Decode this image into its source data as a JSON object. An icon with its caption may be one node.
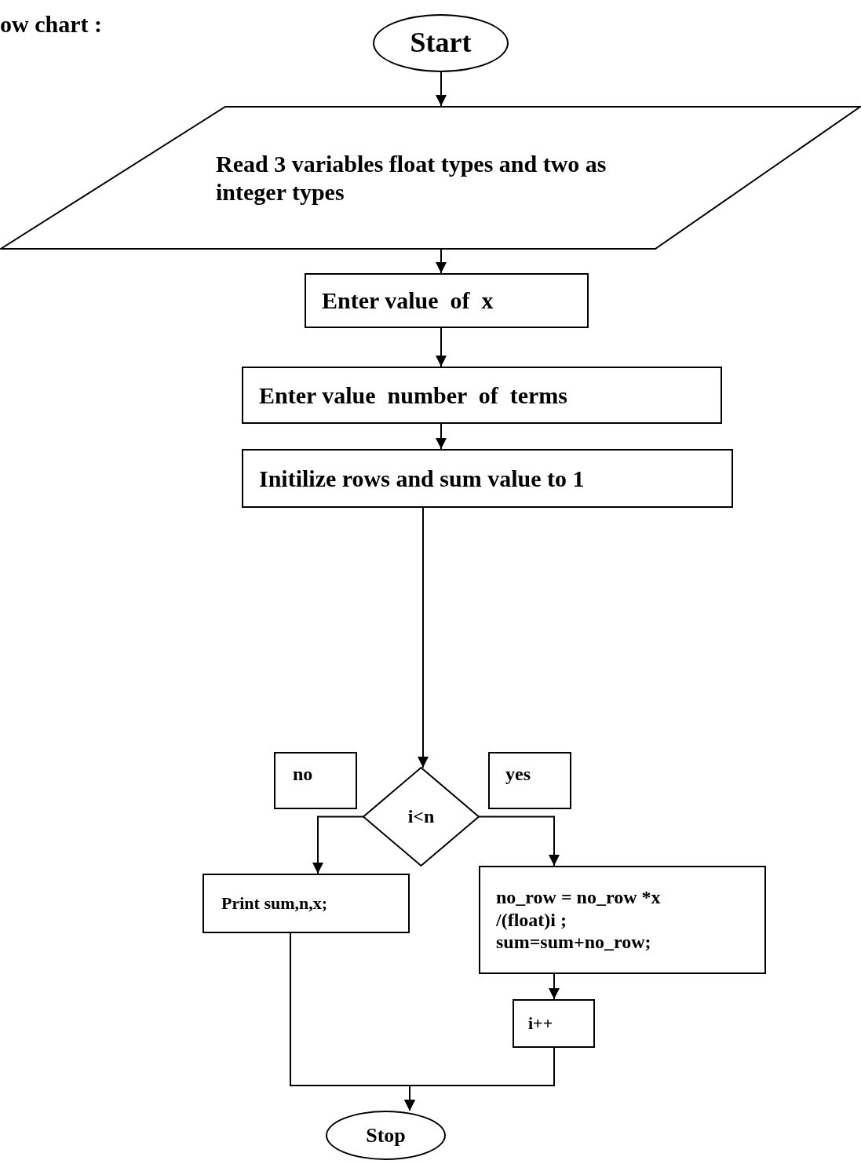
{
  "diagram": {
    "title": "ow chart :",
    "nodes": [
      {
        "text": [
          "Start"
        ]
      },
      {
        "text": [
          "Read 3 variables float types and two as integer types"
        ]
      },
      {
        "text": [
          "Enter value  of  x"
        ]
      },
      {
        "text": [
          "Enter value  number  of  terms"
        ]
      },
      {
        "text": [
          "Initilize rows and sum value to 1"
        ]
      },
      {
        "text": [
          "no"
        ]
      },
      {
        "text": [
          "i<n"
        ]
      },
      {
        "text": [
          "yes"
        ]
      },
      {
        "text": [
          "Print sum,n,x;"
        ]
      },
      {
        "text": [
          "no_row = no_row *x /(float)i ; sum=sum+no_row;"
        ]
      },
      {
        "text": [
          "i++"
        ]
      },
      {
        "text": [
          "Stop"
        ]
      }
    ],
    "edges": [
      {
        "from": 0,
        "to": 1,
        "arrow": "to"
      },
      {
        "from": 1,
        "to": 2,
        "arrow": "to"
      },
      {
        "from": 2,
        "to": 3,
        "arrow": "to"
      },
      {
        "from": 3,
        "to": 4,
        "arrow": "to"
      },
      {
        "from": 4,
        "to": 6,
        "arrow": "to"
      },
      {
        "from": 6,
        "to": 8,
        "arrow": "to"
      },
      {
        "from": 6,
        "to": 9,
        "arrow": "to"
      },
      {
        "from": 9,
        "to": 10,
        "arrow": "to"
      },
      {
        "from": 8,
        "to": 11,
        "arrow": "to"
      },
      {
        "from": 10,
        "to": 11,
        "arrow": "to"
      }
    ]
  }
}
